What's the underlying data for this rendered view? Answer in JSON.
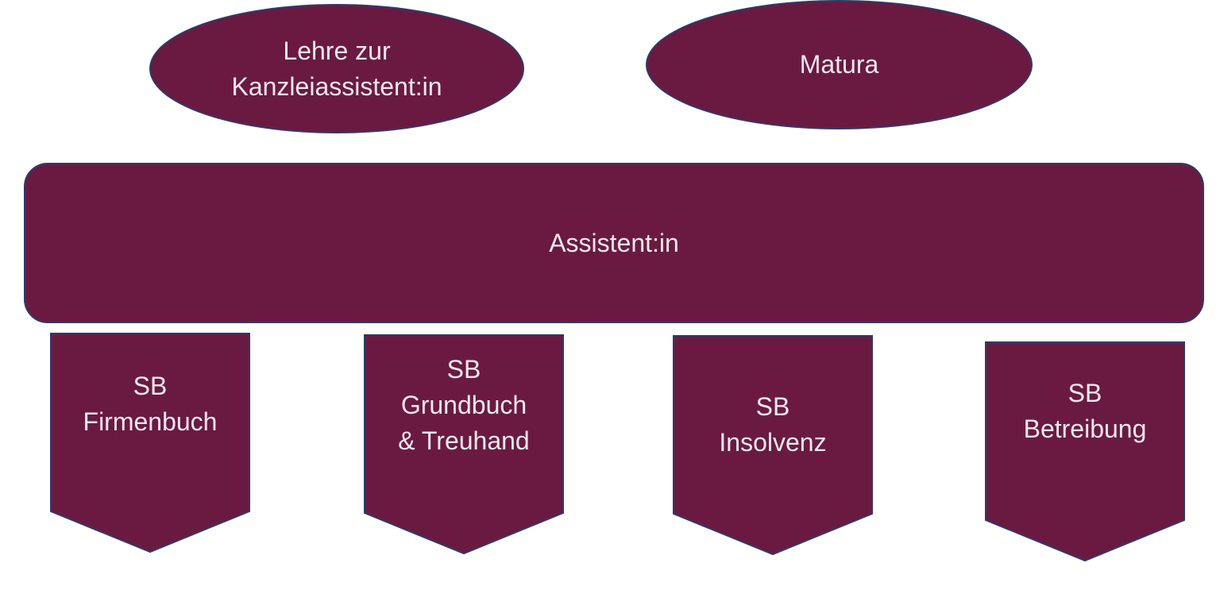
{
  "diagram": {
    "colors": {
      "background": "#FFFFFF",
      "shape_fill": "#6A1A41",
      "shape_stroke": "#2F3A68",
      "text": "#F2E7EE"
    },
    "ellipses": [
      {
        "label": "Lehre zur Kanzleiassistent:in",
        "lines": [
          "Lehre zur",
          "Kanzleiassistent:in"
        ]
      },
      {
        "label": "Matura",
        "lines": [
          "Matura"
        ]
      }
    ],
    "bar": {
      "label": "Assistent:in"
    },
    "pennants": [
      {
        "label": "SB Firmenbuch",
        "lines": [
          "SB",
          "Firmenbuch"
        ]
      },
      {
        "label": "SB Grundbuch & Treuhand",
        "lines": [
          "SB",
          "Grundbuch",
          "& Treuhand"
        ]
      },
      {
        "label": "SB Insolvenz",
        "lines": [
          "SB",
          "Insolvenz"
        ]
      },
      {
        "label": "SB Betreibung",
        "lines": [
          "SB",
          "Betreibung"
        ]
      }
    ]
  }
}
